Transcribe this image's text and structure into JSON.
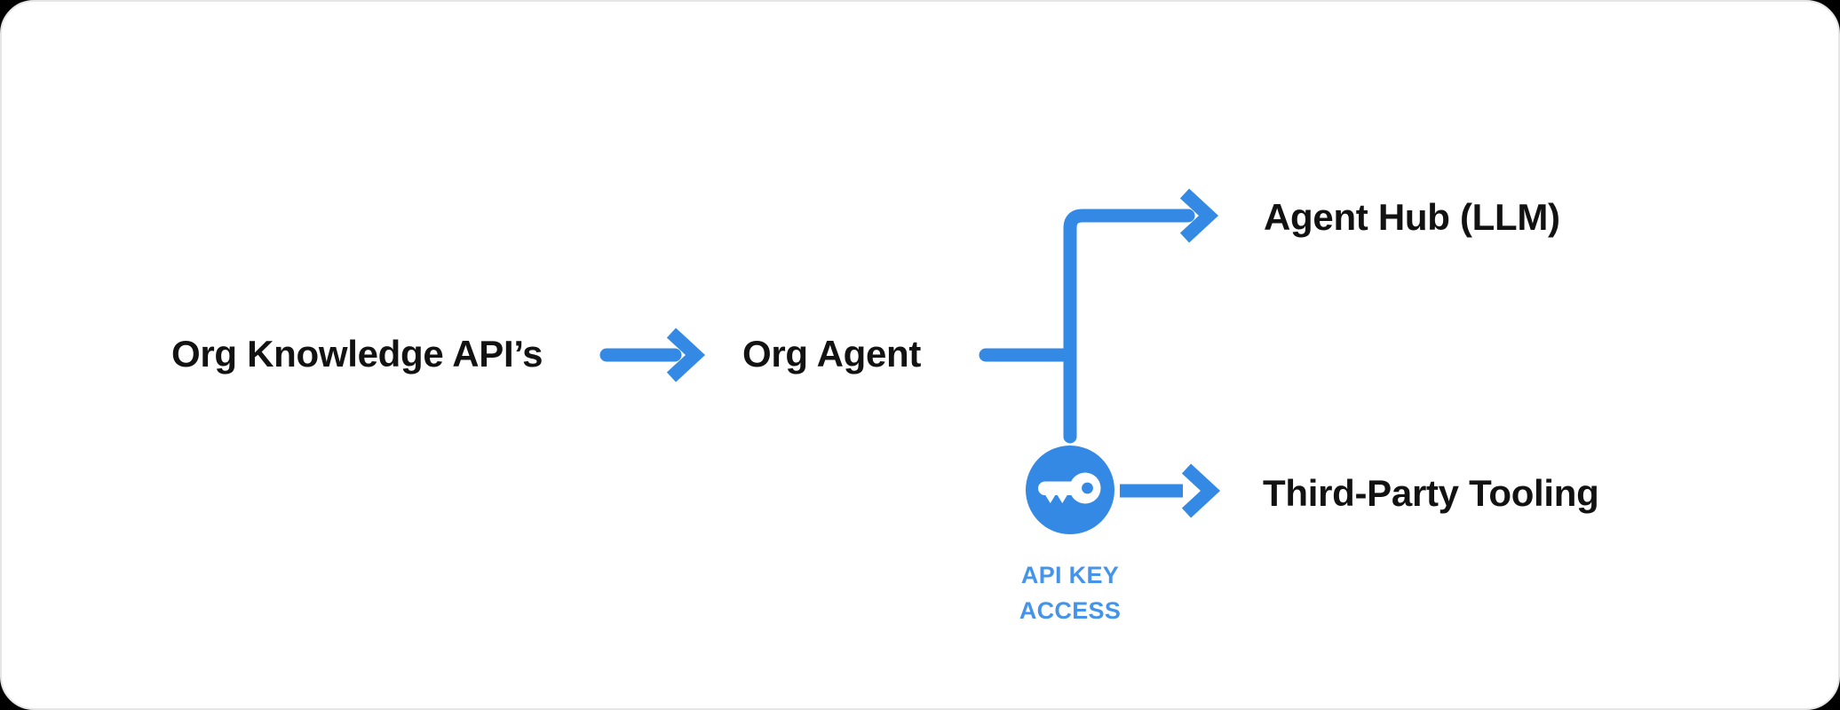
{
  "canvas": {
    "background_color": "#000000",
    "card_background": "#ffffff",
    "card_border_color": "#e5e5e5"
  },
  "colors": {
    "accent_blue": "#3389e3",
    "caption_blue": "#4693ea",
    "text_black": "#121212"
  },
  "diagram": {
    "nodes": {
      "org_knowledge": {
        "label": "Org Knowledge API’s"
      },
      "org_agent": {
        "label": "Org Agent"
      },
      "agent_hub": {
        "label": "Agent Hub (LLM)"
      },
      "third_party": {
        "label": "Third-Party Tooling"
      },
      "api_key": {
        "icon": "key-icon",
        "caption_line1": "API KEY",
        "caption_line2": "ACCESS"
      }
    },
    "edges": [
      {
        "from": "org_knowledge",
        "to": "org_agent",
        "style": "straight-arrow"
      },
      {
        "from": "org_agent",
        "to": "agent_hub",
        "style": "elbow-up-arrow"
      },
      {
        "from": "org_agent",
        "to": "api_key",
        "style": "straight-line-down"
      },
      {
        "from": "api_key",
        "to": "third_party",
        "style": "straight-arrow"
      }
    ]
  }
}
